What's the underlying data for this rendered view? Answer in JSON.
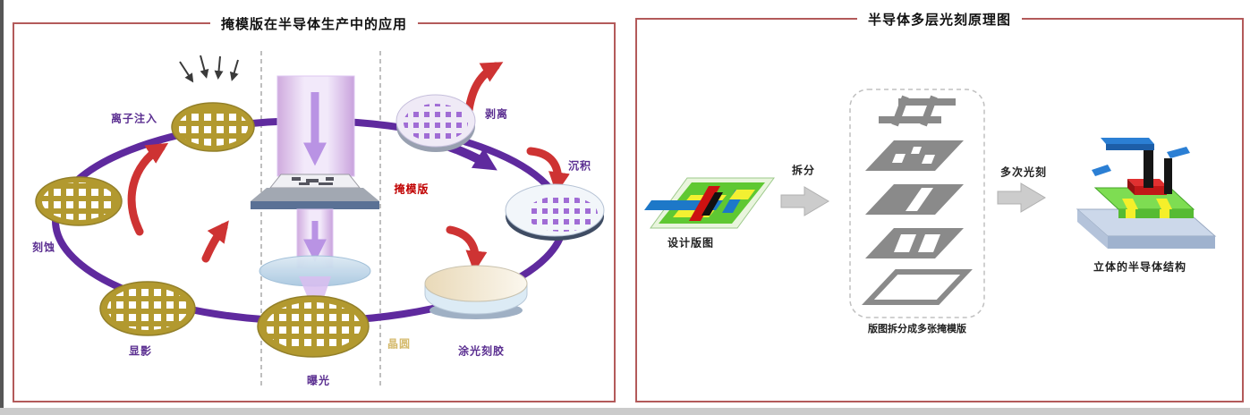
{
  "left_panel": {
    "title": "掩模版在半导体生产中的应用",
    "labels": {
      "ion_implant": "离子注入",
      "etch": "刻蚀",
      "develop": "显影",
      "expose": "曝光",
      "wafer": "晶圆",
      "coat_resist": "涂光刻胶",
      "deposit": "沉积",
      "liftoff": "剥离",
      "mask": "掩模版"
    }
  },
  "right_panel": {
    "title": "半导体多层光刻原理图",
    "labels": {
      "design_layout": "设计版图",
      "split": "拆分",
      "stack_caption": "版图拆分成多张掩模版",
      "multi_litho": "多次光刻",
      "structure": "立体的半导体结构"
    }
  },
  "colors": {
    "panel_border": "#b35a5a",
    "label_purple": "#5b2f91",
    "label_red": "#c00000",
    "label_gold": "#c7a43c",
    "ring_purple": "#5f2a9e",
    "arrow_red": "#ce3333",
    "wafer_gold": "#b2992f",
    "mask_gray": "#8a8a8a",
    "arrow_gray": "#cccccc",
    "structure_green": "#7edd52",
    "structure_blue": "#2b7fd4"
  }
}
